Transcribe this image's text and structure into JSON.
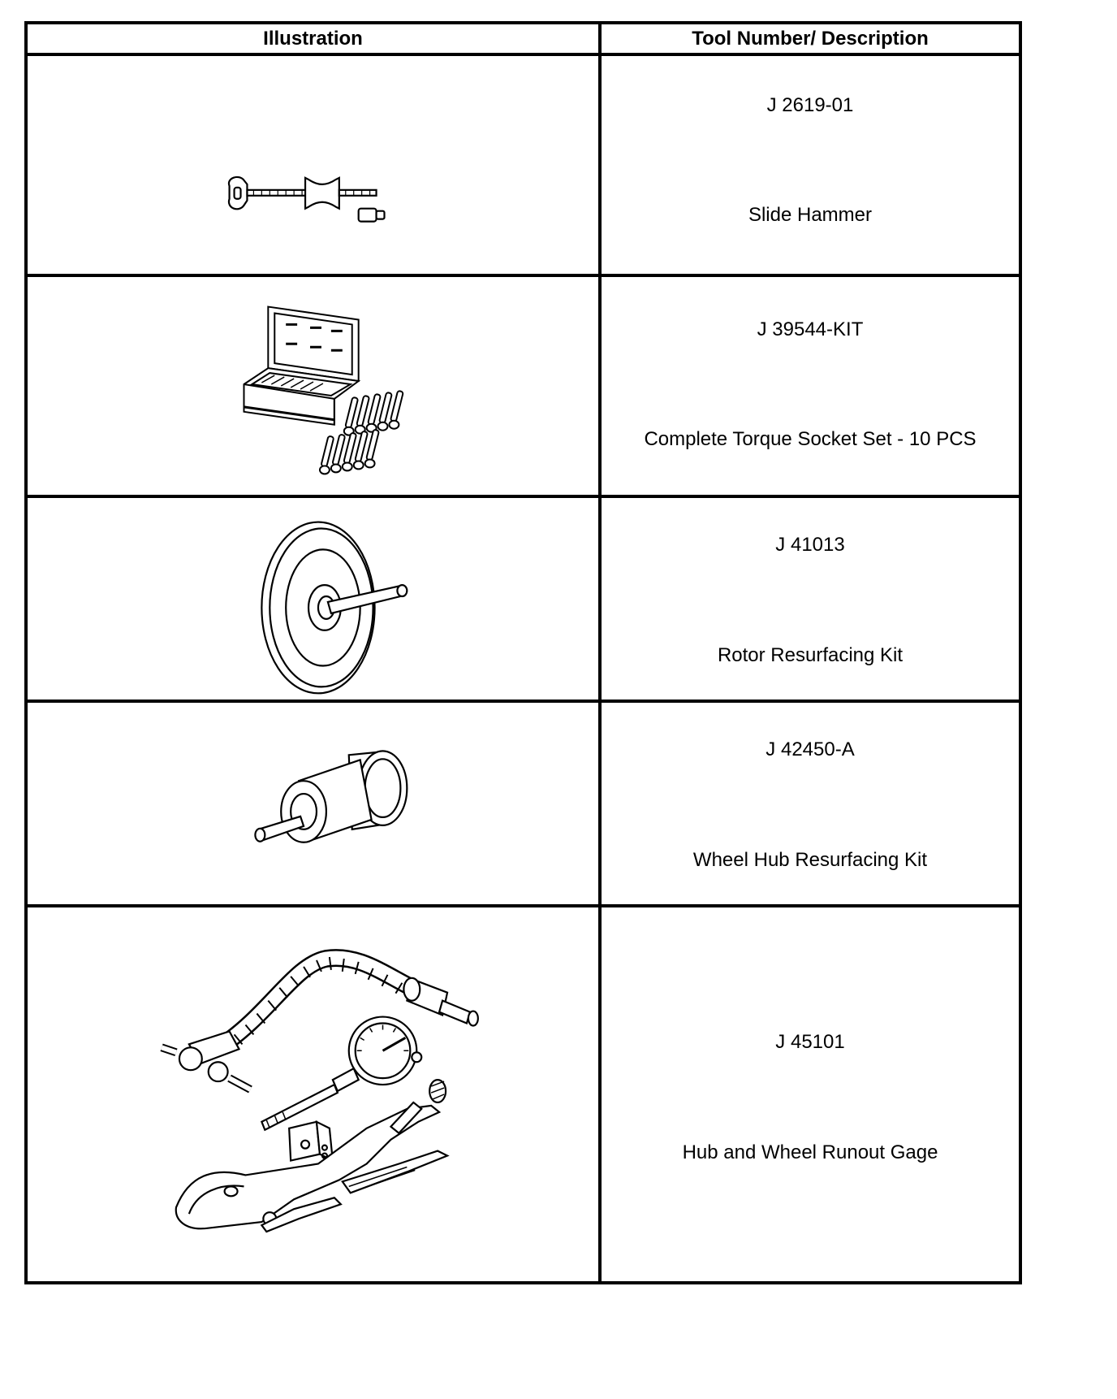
{
  "table": {
    "headers": {
      "illustration": "Illustration",
      "tool": "Tool Number/ Description"
    },
    "rows": [
      {
        "number": "J 2619-01",
        "description": "Slide Hammer",
        "icon": "slide-hammer-icon"
      },
      {
        "number": "J 39544-KIT",
        "description": "Complete Torque Socket Set - 10 PCS",
        "icon": "torque-socket-set-icon"
      },
      {
        "number": "J 41013",
        "description": "Rotor Resurfacing Kit",
        "icon": "rotor-resurfacing-kit-icon"
      },
      {
        "number": "J 42450-A",
        "description": "Wheel Hub Resurfacing Kit",
        "icon": "wheel-hub-resurfacing-kit-icon"
      },
      {
        "number": "J 45101",
        "description": "Hub and Wheel Runout Gage",
        "icon": "runout-gage-icon"
      }
    ]
  }
}
